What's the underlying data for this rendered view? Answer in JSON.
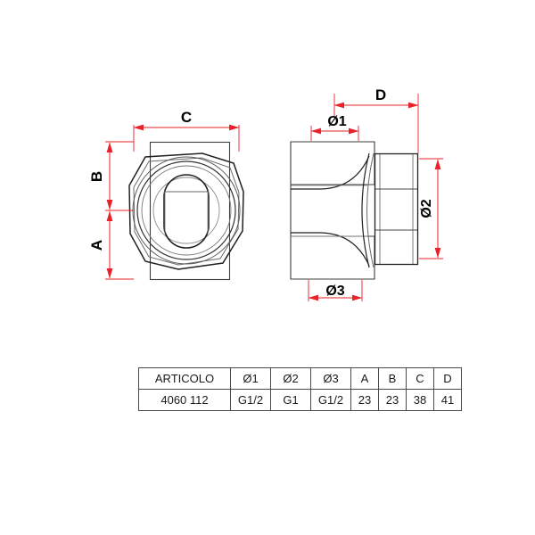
{
  "drawing": {
    "title": "",
    "line_color": "#231f20",
    "dimension_color": "#e8212a",
    "background": "#ffffff",
    "views": {
      "front": {
        "name": "front-view",
        "description": "octagonal nut face with concentric rings and central oval bore"
      },
      "side": {
        "name": "side-view",
        "description": "spool body profile with hex nut at right"
      }
    },
    "dimension_labels": {
      "c": "C",
      "b": "B",
      "a": "A",
      "d": "D",
      "d1": "Ø1",
      "d2": "Ø2",
      "d3": "Ø3"
    }
  },
  "spec_table": {
    "headers": [
      "ARTICOLO",
      "Ø1",
      "Ø2",
      "Ø3",
      "A",
      "B",
      "C",
      "D"
    ],
    "rows": [
      [
        "4060 112",
        "G1/2",
        "G1",
        "G1/2",
        "23",
        "23",
        "38",
        "41"
      ]
    ]
  }
}
